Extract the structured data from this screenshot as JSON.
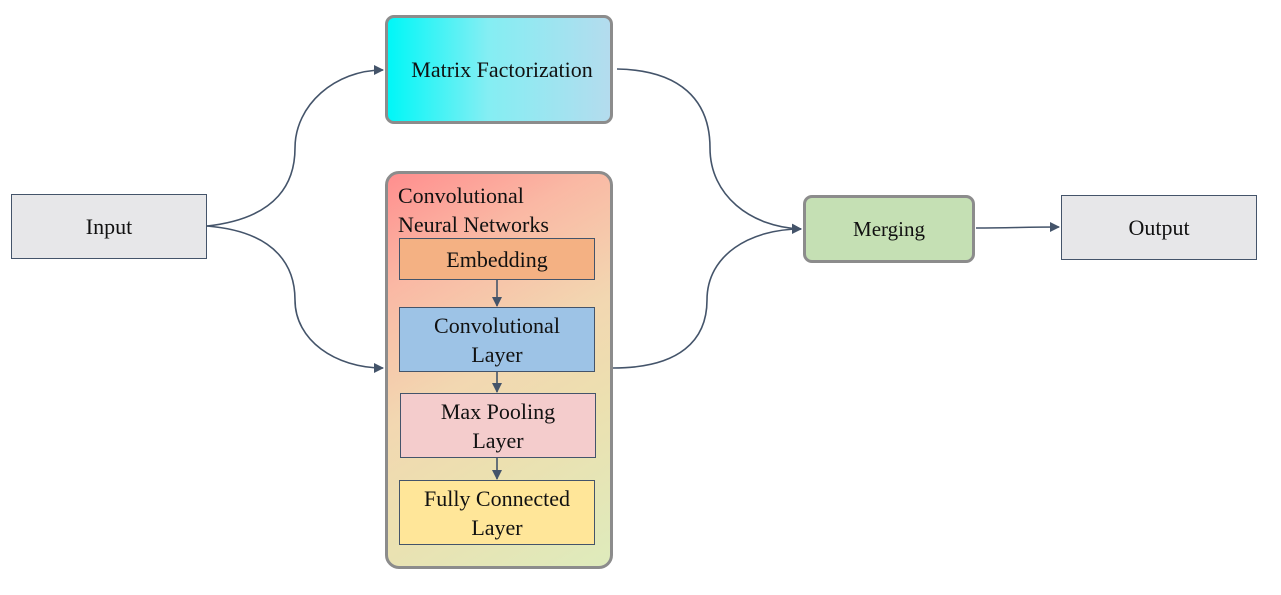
{
  "nodes": {
    "input": "Input",
    "matrix_factorization": "Matrix Factorization",
    "cnn_title": "Convolutional\nNeural Networks",
    "embedding": "Embedding",
    "convolutional_layer": "Convolutional\nLayer",
    "max_pooling_layer": "Max Pooling\nLayer",
    "fully_connected_layer": "Fully Connected\nLayer",
    "merging": "Merging",
    "output": "Output"
  },
  "edges": [
    {
      "from": "Input",
      "to": "Matrix Factorization"
    },
    {
      "from": "Input",
      "to": "Convolutional Neural Networks"
    },
    {
      "from": "Embedding",
      "to": "Convolutional Layer"
    },
    {
      "from": "Convolutional Layer",
      "to": "Max Pooling Layer"
    },
    {
      "from": "Max Pooling Layer",
      "to": "Fully Connected Layer"
    },
    {
      "from": "Matrix Factorization",
      "to": "Merging"
    },
    {
      "from": "Convolutional Neural Networks",
      "to": "Merging"
    },
    {
      "from": "Merging",
      "to": "Output"
    }
  ],
  "colors": {
    "connector": "#44546a",
    "node_fill_gray": "#e7e7e9",
    "merging_fill": "#c5e0b4",
    "embedding_fill": "#f4b183",
    "conv_fill": "#9dc3e6",
    "pool_fill": "#f4cccc",
    "fc_fill": "#ffe699",
    "mf_gradient_start": "#00f7f7",
    "mf_gradient_end": "#b4dcee"
  }
}
